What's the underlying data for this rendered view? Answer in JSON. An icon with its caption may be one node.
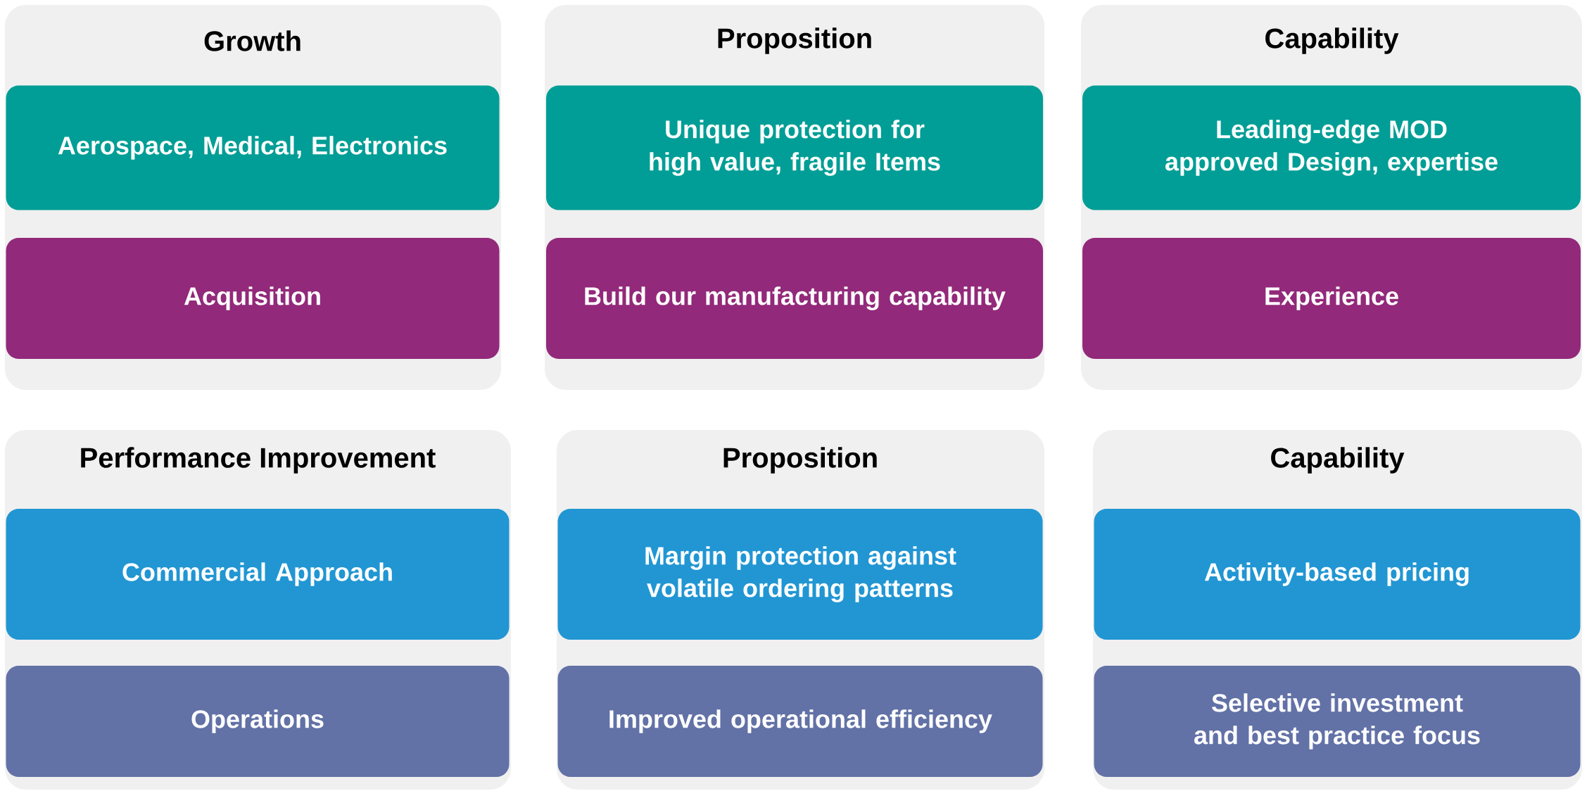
{
  "diagram": {
    "nodes": [
      {
        "text": [
          "Growth"
        ]
      },
      {
        "text": [
          "Aerospace, Medical, Electronics"
        ],
        "in": 0
      },
      {
        "text": [
          "Acquisition"
        ],
        "in": 0
      },
      {
        "text": [
          "Proposition"
        ]
      },
      {
        "text": [
          "Unique protection for high value, fragile Items"
        ],
        "in": 3
      },
      {
        "text": [
          "Build our manufacturing capability"
        ],
        "in": 3
      },
      {
        "text": [
          "Capability"
        ]
      },
      {
        "text": [
          "Leading-edge MOD approved Design, expertise"
        ],
        "in": 6
      },
      {
        "text": [
          "Experience"
        ],
        "in": 6
      },
      {
        "text": [
          "Performance Improvement"
        ]
      },
      {
        "text": [
          "Commercial Approach"
        ],
        "in": 9
      },
      {
        "text": [
          "Operations"
        ],
        "in": 9
      },
      {
        "text": [
          "Proposition"
        ]
      },
      {
        "text": [
          "Margin protection against volatile ordering patterns"
        ],
        "in": 12
      },
      {
        "text": [
          "Improved operational efficiency"
        ],
        "in": 12
      },
      {
        "text": [
          "Capability"
        ]
      },
      {
        "text": [
          "Activity-based pricing"
        ],
        "in": 15
      },
      {
        "text": [
          "Selective investment and best practice focus"
        ],
        "in": 15
      }
    ]
  }
}
